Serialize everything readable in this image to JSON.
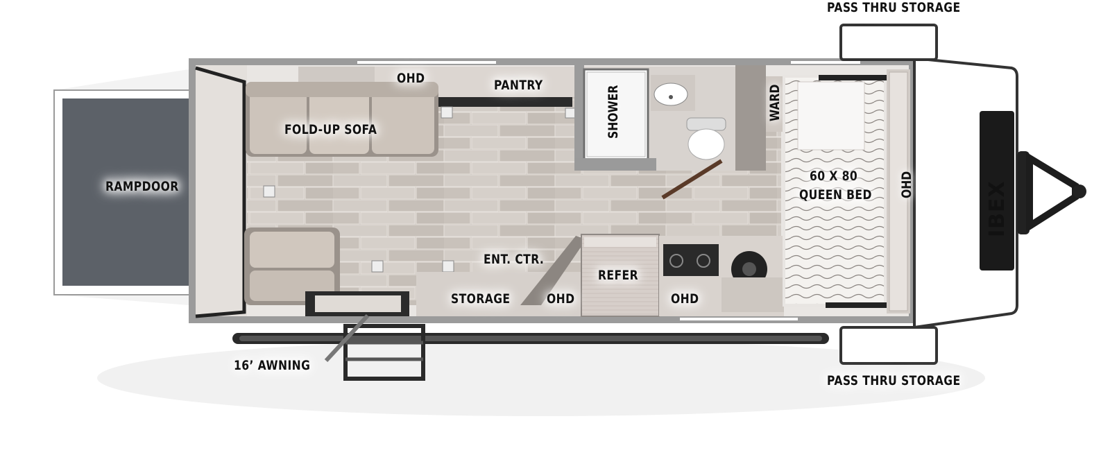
{
  "labels": {
    "pass_thru_storage_top": "PASS THRU STORAGE",
    "pass_thru_storage_bottom": "PASS THRU STORAGE",
    "ramp_door": "RAMPDOOR",
    "ohd_top": "OHD",
    "pantry": "PANTRY",
    "fold_up_sofa": "FOLD-UP SOFA",
    "shower": "SHOWER",
    "ward": "WARD",
    "bed_size": "60 X 80",
    "queen_bed": "QUEEN BED",
    "ohd_front": "OHD",
    "ent_ctr": "ENT. CTR.",
    "refer": "REFER",
    "storage": "STORAGE",
    "ohd_mid": "OHD",
    "ohd_kitchen": "OHD",
    "awning": "16’ AWNING",
    "brand": "IBEX"
  },
  "colors": {
    "wall": "#8a8a8a",
    "floor": "#cfc9c3",
    "ramp_door": "#5a5f66",
    "cabinet": "#d9d3cf",
    "cushion": "#cfc6bd"
  },
  "icons": [
    "sofa-icon",
    "chair-icon",
    "toilet-icon",
    "sink-icon",
    "shower-icon",
    "stove-icon",
    "refrigerator-icon",
    "bed-icon",
    "hitch-icon",
    "steps-icon",
    "awning-icon"
  ]
}
